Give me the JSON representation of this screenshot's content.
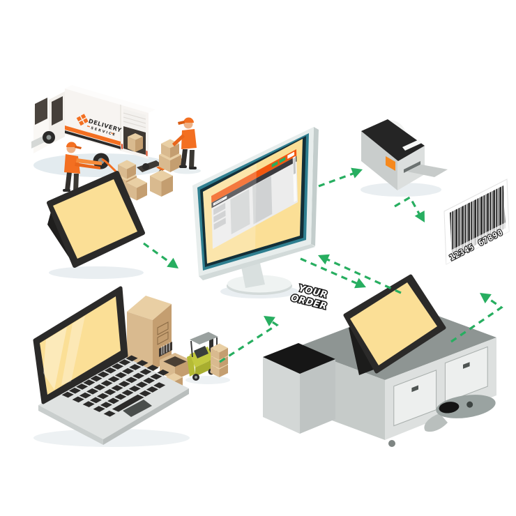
{
  "scene": {
    "background": "#ffffff",
    "truck": {
      "logo_line1": "DELIVERY",
      "logo_line2": "SERVICE"
    },
    "barcode": {
      "digits": "12345 67890"
    },
    "center_note": {
      "line1": "YOUR",
      "line2": "ORDER"
    },
    "colors": {
      "arrow_green": "#27AE60",
      "brand_orange": "#F36F21",
      "page_header_orange": "#F2570E",
      "screen_yellow": "#FBDF96",
      "bezel_teal": "#2F7F90",
      "frame_dark": "#2B2A29",
      "cardboard_light": "#D9BA8F",
      "cardboard_dark": "#C49E70",
      "device_gray": "#C9CDCB",
      "desk_gray": "#8E9593"
    },
    "objects": [
      "delivery-truck",
      "warehouse-worker-hand-truck",
      "warehouse-worker-pallet-jack",
      "tablet-display",
      "desktop-monitor-webshop",
      "receipt-printer",
      "barcode-label",
      "laptop",
      "cardboard-boxes",
      "mini-forklift",
      "checkout-desk",
      "pos-display",
      "computer-mouse",
      "dashed-flow-arrows",
      "your-order-note"
    ]
  }
}
